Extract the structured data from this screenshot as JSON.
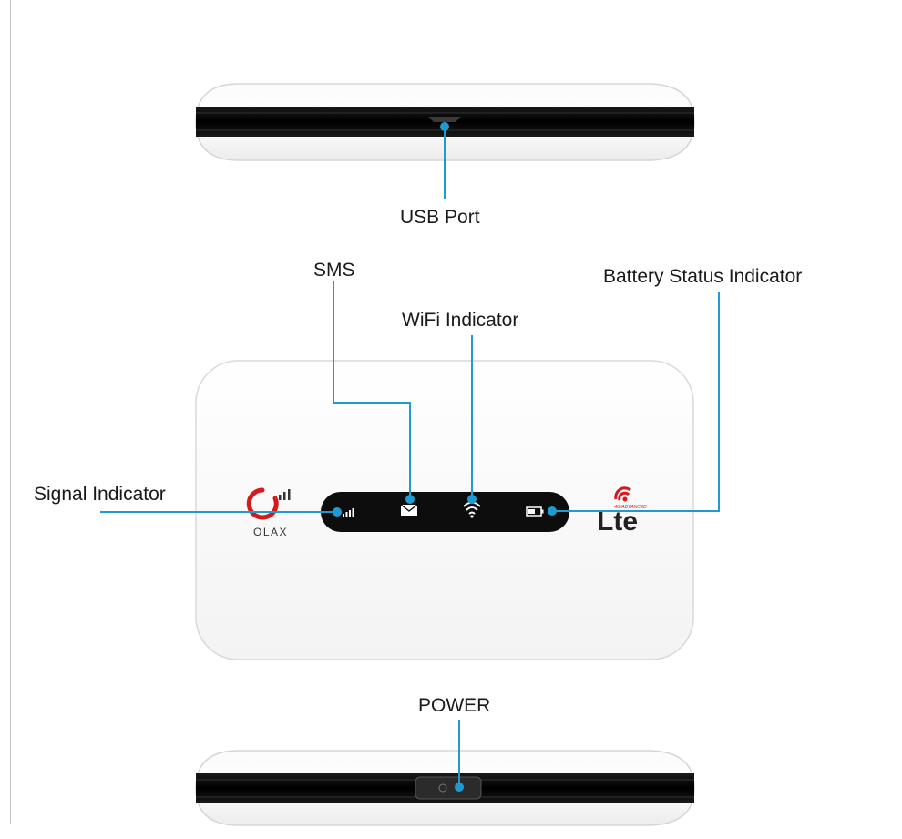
{
  "labels": {
    "usb_port": "USB Port",
    "sms": "SMS",
    "wifi_indicator": "WiFi Indicator",
    "battery_status_indicator": "Battery Status Indicator",
    "signal_indicator": "Signal Indicator",
    "power": "POWER"
  },
  "device": {
    "brand_logo_text": "OLAX",
    "network_logo_text": "Lte",
    "network_logo_subtext": "4G/ADVANCED",
    "indicator_icons": [
      "signal-bars-icon",
      "envelope-icon",
      "wifi-icon",
      "battery-icon"
    ]
  },
  "colors": {
    "callout_line": "#1f9bd1",
    "device_body": "#ffffff",
    "device_outline": "#d9d9d9",
    "indicator_panel": "#0d0d0d",
    "brand_red": "#d7191c",
    "label_text": "#1a1a1a"
  }
}
